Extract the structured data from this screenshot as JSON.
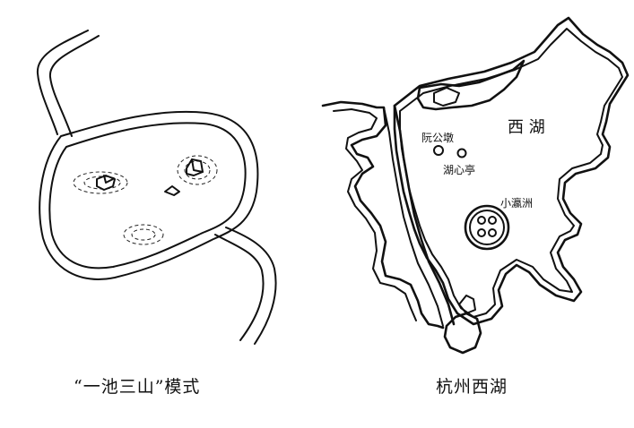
{
  "left_panel": {
    "caption": "“一池三山”模式"
  },
  "right_panel": {
    "caption": "杭州西湖",
    "labels": {
      "lake": "西 湖",
      "ruangong": "阮公墩",
      "huxinting": "湖心亭",
      "xiaoyingzhou": "小瀛洲"
    }
  }
}
